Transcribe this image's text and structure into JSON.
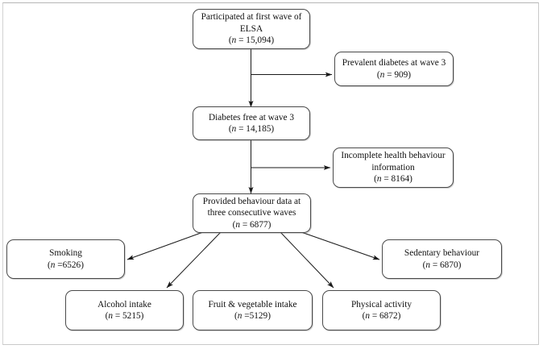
{
  "diagram": {
    "type": "flowchart",
    "title": "ELSA participant flow diagram",
    "colors": {
      "box_border": "#4a4a4a",
      "arrow": "#1a1a1a",
      "frame": "#c9c9c9",
      "background": "#ffffff",
      "text": "#101010"
    },
    "nodes": [
      {
        "id": "participated",
        "lines": [
          "Participated at first wave of",
          "ELSA"
        ],
        "n_prefix": "(",
        "n_symbol": "n",
        "n_value": " = 15,094)"
      },
      {
        "id": "prevalent-diabetes",
        "lines": [
          "Prevalent diabetes at wave 3"
        ],
        "n_prefix": "(",
        "n_symbol": "n",
        "n_value": " = 909)"
      },
      {
        "id": "diabetes-free",
        "lines": [
          "Diabetes free at wave 3"
        ],
        "n_prefix": "(",
        "n_symbol": "n",
        "n_value": " = 14,185)"
      },
      {
        "id": "incomplete-info",
        "lines": [
          "Incomplete health behaviour",
          "information"
        ],
        "n_prefix": "(",
        "n_symbol": "n",
        "n_value": " = 8164)"
      },
      {
        "id": "provided-behaviour",
        "lines": [
          "Provided behaviour data at",
          "three consecutive waves"
        ],
        "n_prefix": "(",
        "n_symbol": "n",
        "n_value": " = 6877)"
      },
      {
        "id": "smoking",
        "lines": [
          "Smoking"
        ],
        "n_prefix": "(",
        "n_symbol": "n",
        "n_value": " =6526)"
      },
      {
        "id": "sedentary",
        "lines": [
          "Sedentary behaviour"
        ],
        "n_prefix": "(",
        "n_symbol": "n",
        "n_value": " = 6870)"
      },
      {
        "id": "alcohol",
        "lines": [
          "Alcohol intake"
        ],
        "n_prefix": "(",
        "n_symbol": "n",
        "n_value": " = 5215)"
      },
      {
        "id": "fruit-veg",
        "lines": [
          "Fruit & vegetable intake"
        ],
        "n_prefix": "(",
        "n_symbol": "n",
        "n_value": " =5129)"
      },
      {
        "id": "physical-activity",
        "lines": [
          "Physical activity"
        ],
        "n_prefix": "(",
        "n_symbol": "n",
        "n_value": " = 6872)"
      }
    ]
  }
}
